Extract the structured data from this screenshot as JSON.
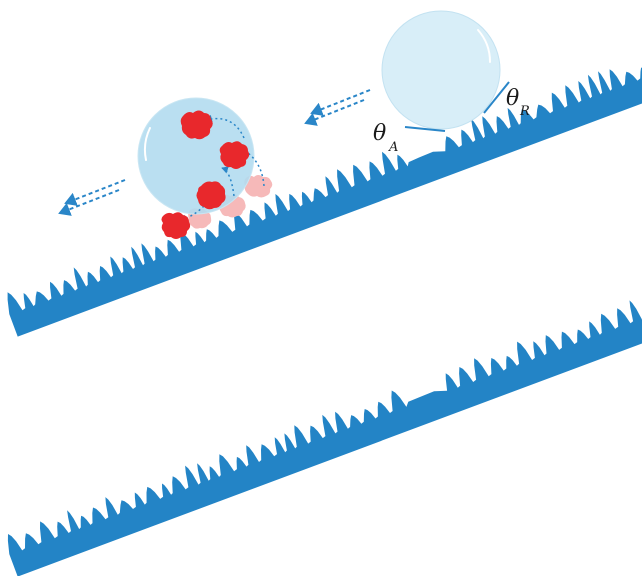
{
  "labels": {
    "theta_advancing": "θ",
    "theta_advancing_sub": "A",
    "theta_receding": "θ",
    "theta_receding_sub": "R"
  },
  "colors": {
    "surface": "#2384c6",
    "droplet_clean": "#d8eef8",
    "droplet_clean_edge": "#b9dcee",
    "droplet_dirty": "#b3dcef",
    "contaminant": "#e8282c",
    "contaminant_faded": "#f6b9b9",
    "arrow": "#2a86c8"
  },
  "icons": {
    "motion": "dashed-double-arrow-left",
    "particle_path": "dotted-curved-arrow"
  }
}
